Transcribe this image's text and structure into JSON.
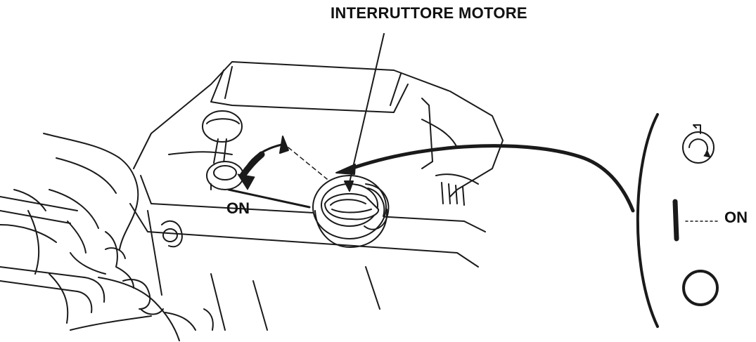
{
  "labels": {
    "title": "INTERRUTTORE MOTORE",
    "on_left": "ON",
    "on_right": "ON"
  },
  "icons": {
    "start_position": "start-rotation-icon",
    "on_position": "on-bar-icon",
    "off_position": "off-circle-icon"
  },
  "colors": {
    "line": "#1a1a1a",
    "background": "#ffffff"
  }
}
